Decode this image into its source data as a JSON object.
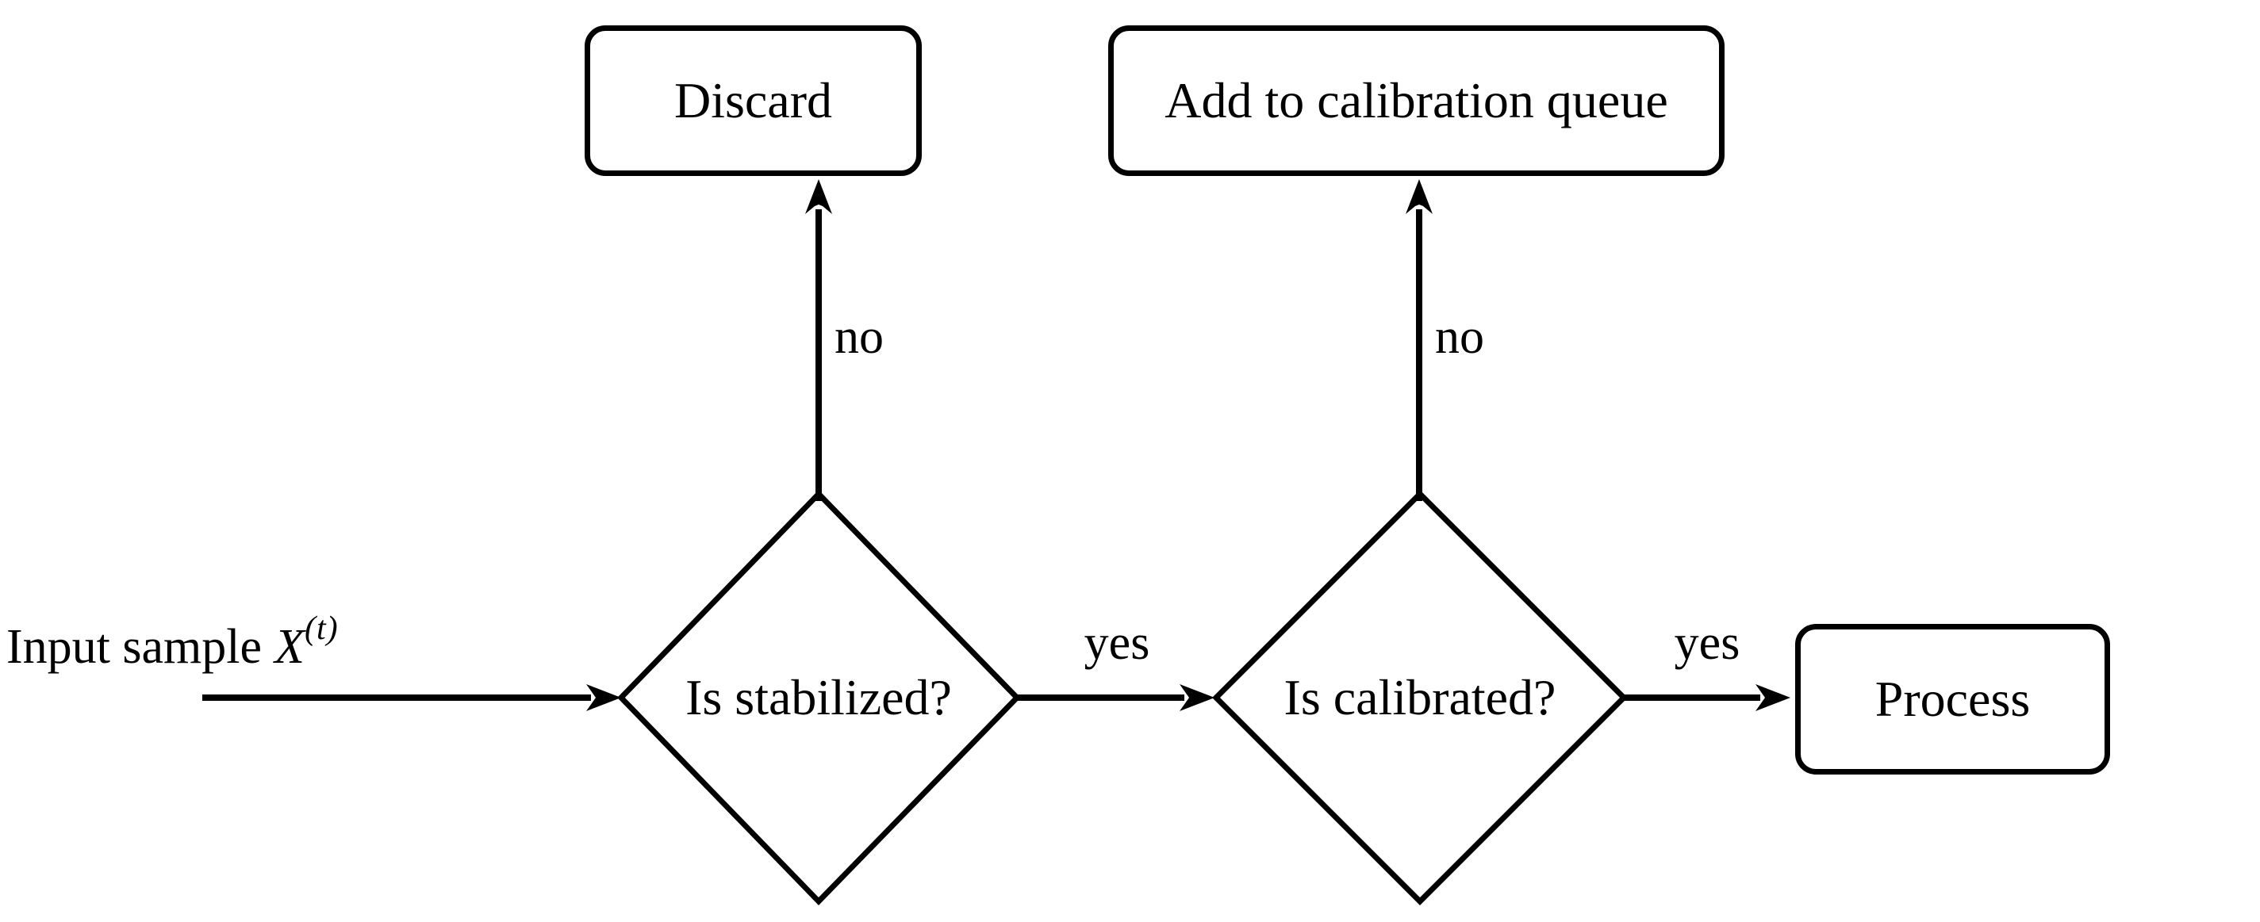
{
  "diagram": {
    "background_color": "#ffffff",
    "stroke_color": "#000000",
    "input_label": {
      "prefix": "Input sample",
      "variable": "X",
      "superscript": "(t)"
    },
    "nodes": {
      "is_stabilized": {
        "label": "Is stabilized?",
        "type": "decision"
      },
      "is_calibrated": {
        "label": "Is calibrated?",
        "type": "decision"
      },
      "discard": {
        "label": "Discard",
        "type": "terminal"
      },
      "calibration_queue": {
        "label": "Add to calibration queue",
        "type": "terminal"
      },
      "process": {
        "label": "Process",
        "type": "terminal"
      }
    },
    "edge_labels": {
      "stabilized_no": "no",
      "stabilized_yes": "yes",
      "calibrated_no": "no",
      "calibrated_yes": "yes"
    }
  }
}
